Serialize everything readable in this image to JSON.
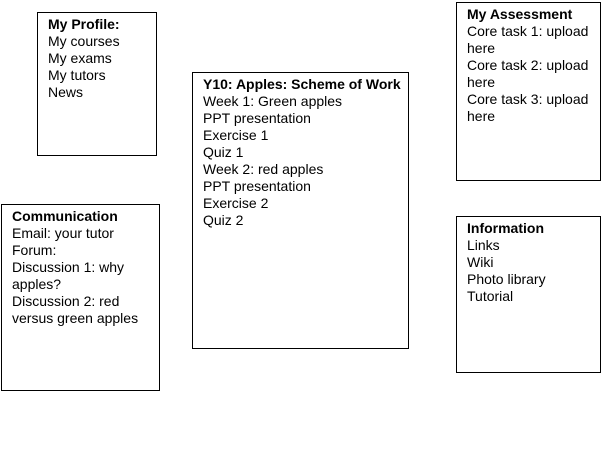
{
  "profile": {
    "title": "My Profile:",
    "items": [
      "My courses",
      "My exams",
      "My tutors",
      "News"
    ]
  },
  "assessment": {
    "title": "My Assessment",
    "items": [
      "Core task 1: upload here",
      "Core task 2: upload here",
      "Core task 3: upload here"
    ]
  },
  "scheme": {
    "title": "Y10: Apples: Scheme of Work",
    "items": [
      "Week 1: Green apples",
      "PPT presentation",
      "Exercise 1",
      "Quiz 1",
      "Week 2: red apples",
      "PPT presentation",
      "Exercise 2",
      "Quiz 2"
    ]
  },
  "communication": {
    "title": "Communication",
    "items": [
      "Email: your tutor",
      "Forum:",
      "Discussion 1: why apples?",
      "Discussion 2: red versus green apples"
    ]
  },
  "information": {
    "title": "Information",
    "items": [
      "Links",
      "Wiki",
      "Photo library",
      "Tutorial"
    ]
  }
}
